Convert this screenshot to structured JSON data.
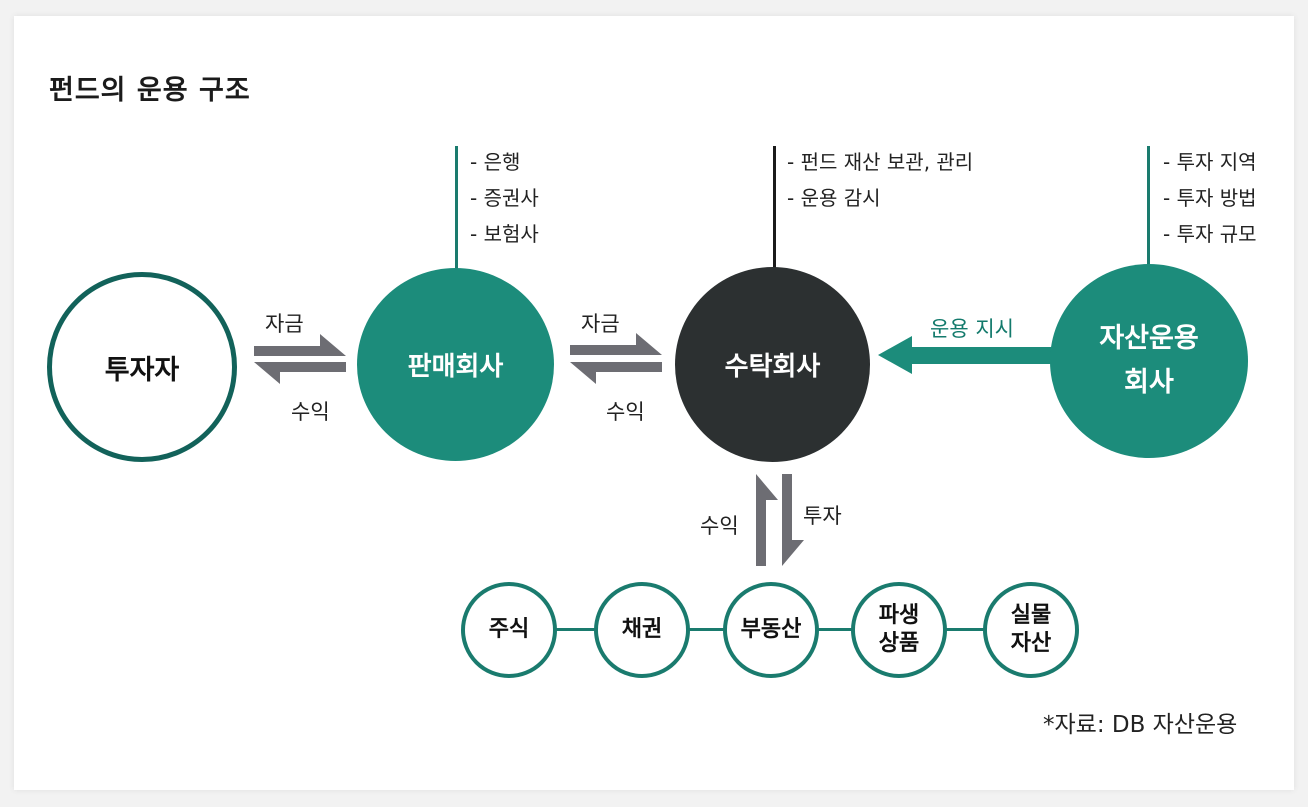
{
  "title": "펀드의 운용 구조",
  "nodes": {
    "investor": "투자자",
    "seller": "판매회사",
    "trustee": "수탁회사",
    "asset_manager_line1": "자산운용",
    "asset_manager_line2": "회사"
  },
  "seller_notes": [
    "- 은행",
    "- 증권사",
    "- 보험사"
  ],
  "trustee_notes": [
    "- 펀드 재산 보관, 관리",
    "- 운용 감시"
  ],
  "asset_manager_notes": [
    "- 투자 지역",
    "- 투자 방법",
    "- 투자 규모"
  ],
  "flows": {
    "funds_1": "자금",
    "returns_1": "수익",
    "funds_2": "자금",
    "returns_2": "수익",
    "instruction": "운용 지시",
    "returns_3": "수익",
    "invest": "투자"
  },
  "assets": [
    "주식",
    "채권",
    "부동산",
    [
      "파생",
      "상품"
    ],
    [
      "실물",
      "자산"
    ]
  ],
  "source": "*자료: DB 자산운용",
  "colors": {
    "teal": "#1c8c7b",
    "dark_teal": "#12625a",
    "charcoal": "#2c3031",
    "arrow_gray": "#6d6d73"
  }
}
